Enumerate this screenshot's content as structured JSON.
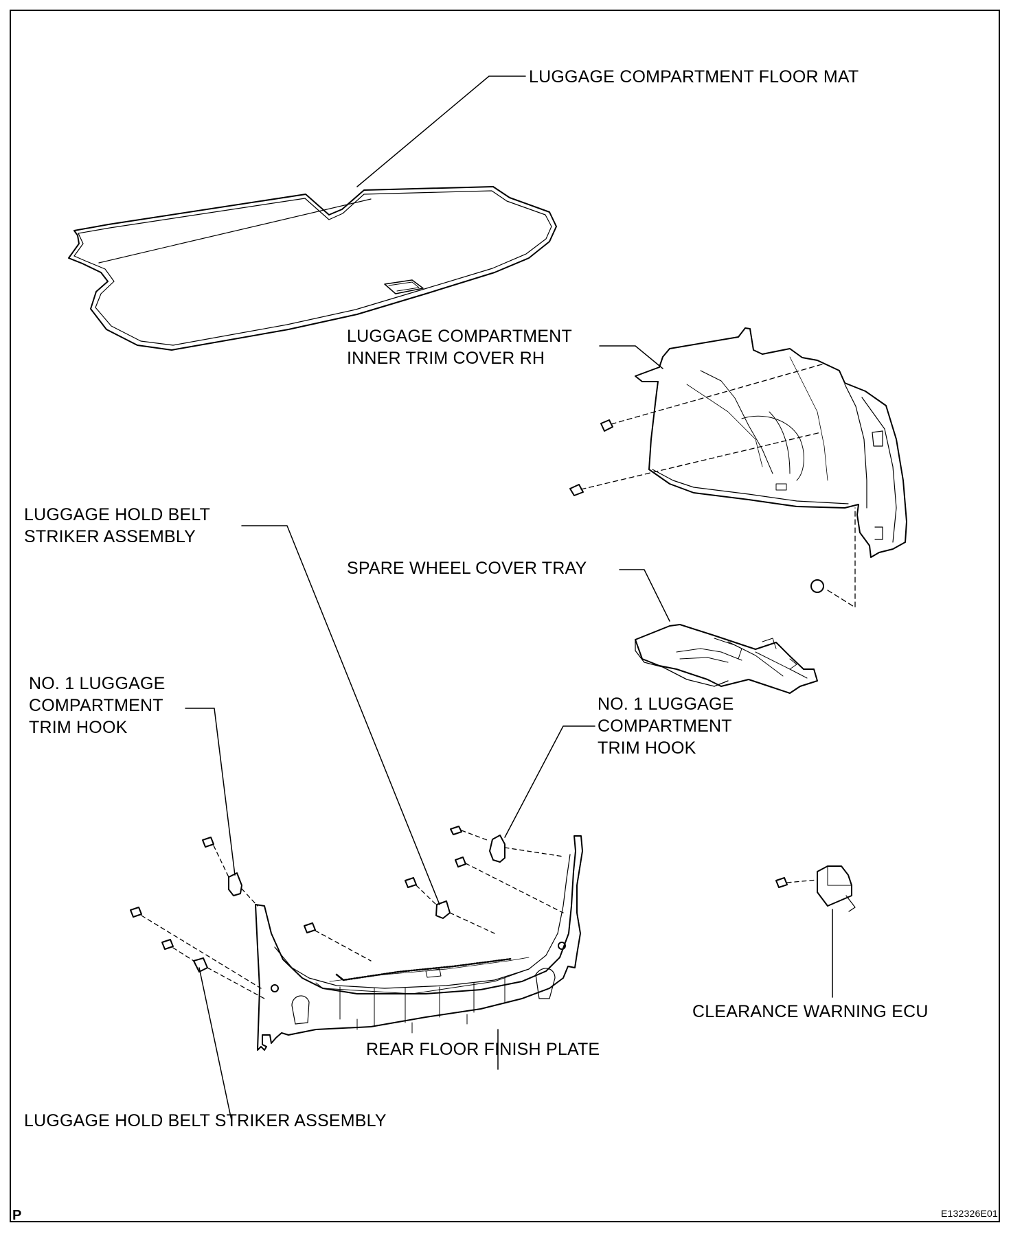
{
  "labels": {
    "floor_mat": "LUGGAGE COMPARTMENT FLOOR MAT",
    "inner_trim_cover": "LUGGAGE COMPARTMENT\nINNER TRIM COVER RH",
    "hold_belt_striker_top": "LUGGAGE HOLD BELT\nSTRIKER ASSEMBLY",
    "spare_wheel_tray": "SPARE WHEEL COVER TRAY",
    "trim_hook_left": "NO. 1 LUGGAGE\nCOMPARTMENT\nTRIM HOOK",
    "trim_hook_right": "NO. 1 LUGGAGE\nCOMPARTMENT\nTRIM HOOK",
    "clearance_warning_ecu": "CLEARANCE WARNING ECU",
    "rear_floor_finish_plate": "REAR FLOOR FINISH PLATE",
    "hold_belt_striker_bottom": "LUGGAGE HOLD BELT STRIKER ASSEMBLY"
  },
  "corner_mark": "P",
  "figure_code": "E132326E01"
}
